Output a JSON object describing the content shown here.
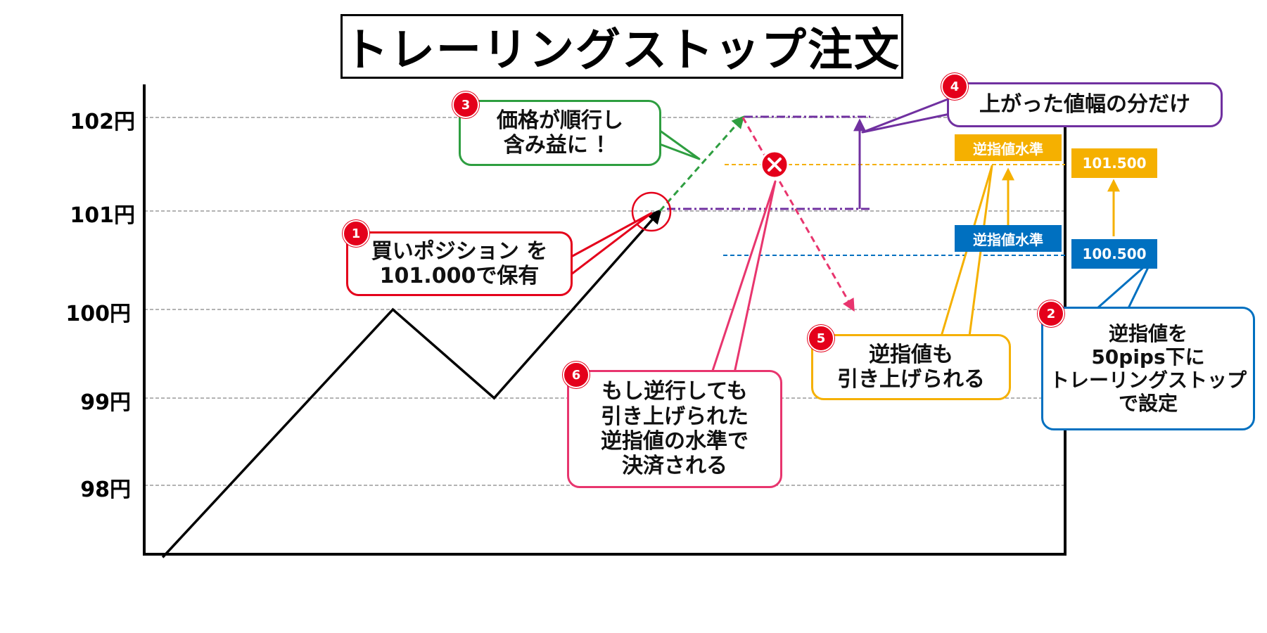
{
  "title": "トレーリングストップ注文",
  "y_axis": {
    "ticks": [
      "98円",
      "99円",
      "100円",
      "101円",
      "102円"
    ]
  },
  "chart_data": {
    "type": "line",
    "title": "トレーリングストップ注文",
    "ylabel": "",
    "y_ticks": [
      98,
      99,
      100,
      101,
      102
    ],
    "ylim": [
      97.2,
      102.4
    ],
    "series": [
      {
        "values": [
          {
            "x": 0.02,
            "y": 97.2
          },
          {
            "x": 0.27,
            "y": 100.0
          },
          {
            "x": 0.38,
            "y": 99.0
          },
          {
            "x": 0.56,
            "y": 101.0
          }
        ]
      }
    ],
    "projection_up": [
      {
        "x": 0.56,
        "y": 101.0
      },
      {
        "x": 0.65,
        "y": 102.0
      }
    ],
    "projection_down": [
      {
        "x": 0.65,
        "y": 102.0
      },
      {
        "x": 0.77,
        "y": 100.0
      }
    ],
    "grid": true,
    "colors": {
      "price": "#000000",
      "rise": "#2e9e40",
      "fall": "#e8356e",
      "stop_new": "#f5b000",
      "stop_old": "#0070c0",
      "range": "#7030a0"
    }
  },
  "stop_levels": {
    "new_level_label": "逆指値水準",
    "new_level_value": "101.500",
    "old_level_label": "逆指値水準",
    "old_level_value": "100.500"
  },
  "callouts": [
    {
      "num": "1",
      "text": "買いポジション を\n101.000で保有"
    },
    {
      "num": "2",
      "text": "逆指値を\n50pips下に\nトレーリングストップ\nで設定"
    },
    {
      "num": "3",
      "text": "価格が順行し\n含み益に ！"
    },
    {
      "num": "4",
      "text": "上がった値幅の分だけ"
    },
    {
      "num": "5",
      "text": "逆指値も\n引き上げられる"
    },
    {
      "num": "6",
      "text": "もし逆行しても\n引き上げられた\n逆指値の水準で\n決済される"
    }
  ]
}
